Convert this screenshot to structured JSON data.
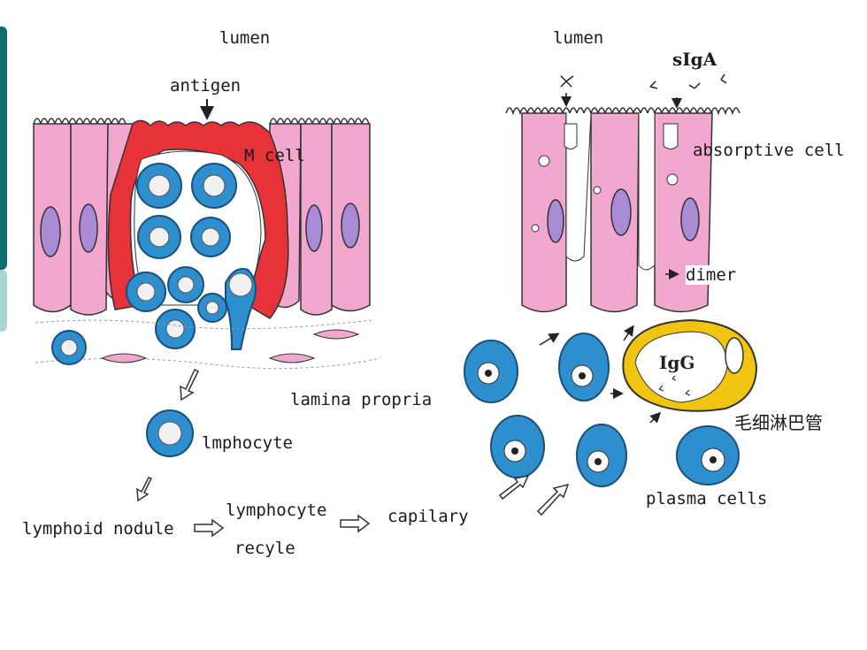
{
  "labels": {
    "lumen_left": "lumen",
    "antigen": "antigen",
    "m_cell": "M cell",
    "lamina_propria": "lamina propria",
    "lymphocyte": "lmphocyte",
    "lymphoid_nodule": "lymphoid nodule",
    "lymphocyte_recycle_top": "lymphocyte",
    "lymphocyte_recycle_bottom": "recyle",
    "capillary": "capilary",
    "lumen_right": "lumen",
    "siga": "sIgA",
    "absorptive_cell": "absorptive cell",
    "dimer": "dimer",
    "igg": "IgG",
    "lymph_vessel": "毛细淋巴管",
    "plasma_cells": "plasma cells"
  },
  "colors": {
    "epithelium": "#f2a7cf",
    "m_cell": "#e8323a",
    "lymphocyte": "#2e8fce",
    "nucleus_purple": "#a98bd6",
    "lymph_vessel": "#f1c40f"
  }
}
